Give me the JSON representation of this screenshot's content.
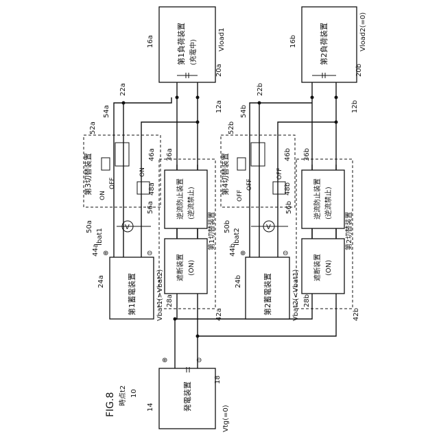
{
  "figure": {
    "title": "FIG.8",
    "subtitle": "時点t2",
    "number": "10"
  },
  "generator": {
    "name": "発電装置",
    "ref": "14",
    "voltage": "Vtg(=0)",
    "cap_ref": "18",
    "plus": "⊕",
    "minus": "⊖"
  },
  "load1": {
    "name": "第1負荷装置",
    "state": "(充電中)",
    "ref": "16a",
    "voltage": "Vload1",
    "cap_ref": "20a"
  },
  "load2": {
    "name": "第2負荷装置",
    "ref": "16b",
    "voltage": "Vload2(=0)",
    "cap_ref": "20b"
  },
  "storage1": {
    "name": "第1蓄電装置",
    "ref": "24a",
    "voltage": "Vbat1(>Vbat2)",
    "current": "Ibat1",
    "current_ref": "44a",
    "plus": "⊕",
    "minus": "⊖"
  },
  "storage2": {
    "name": "第2蓄電装置",
    "ref": "24b",
    "voltage": "Vbat2(<Vbat1)",
    "current": "Ibat2",
    "current_ref": "44b",
    "plus": "⊕",
    "minus": "⊖"
  },
  "switch3": {
    "name": "第3切替装置",
    "ref": "50a",
    "sw_ref_a": "52a",
    "sw_ref_b": "54a",
    "on_label": "ON",
    "off_label": "OFF",
    "sw2_ref": "46a",
    "sw3_ref": "48a",
    "sw3_state": "ON",
    "volt_ref": "56a"
  },
  "switch4": {
    "name": "第4切替装置",
    "ref": "50b",
    "sw_ref_a": "52b",
    "sw_ref_b": "54b",
    "off_label_a": "OFF",
    "off_label_b": "OFF",
    "sw2_ref": "46b",
    "sw3_ref": "48b",
    "sw3_state": "OFF",
    "volt_ref": "56b"
  },
  "switch1": {
    "name": "第1切替装置",
    "ref": "42a",
    "block_ref": "36a",
    "backflow": "逆流防止装置",
    "backflow_state": "(逆流禁止)",
    "breaker": "遮断装置",
    "breaker_state": "(ON)",
    "breaker_ref": "28a"
  },
  "switch2": {
    "name": "第2切替装置",
    "ref": "42b",
    "block_ref": "36b",
    "backflow": "逆流防止装置",
    "backflow_state": "(逆流禁止)",
    "breaker": "遮断装置",
    "breaker_state": "(ON)",
    "breaker_ref": "28b"
  },
  "lines": {
    "l22a": "22a",
    "l12a": "12a",
    "l22b": "22b",
    "l12b": "12b"
  },
  "symbols": {
    "voltmeter": "V"
  }
}
